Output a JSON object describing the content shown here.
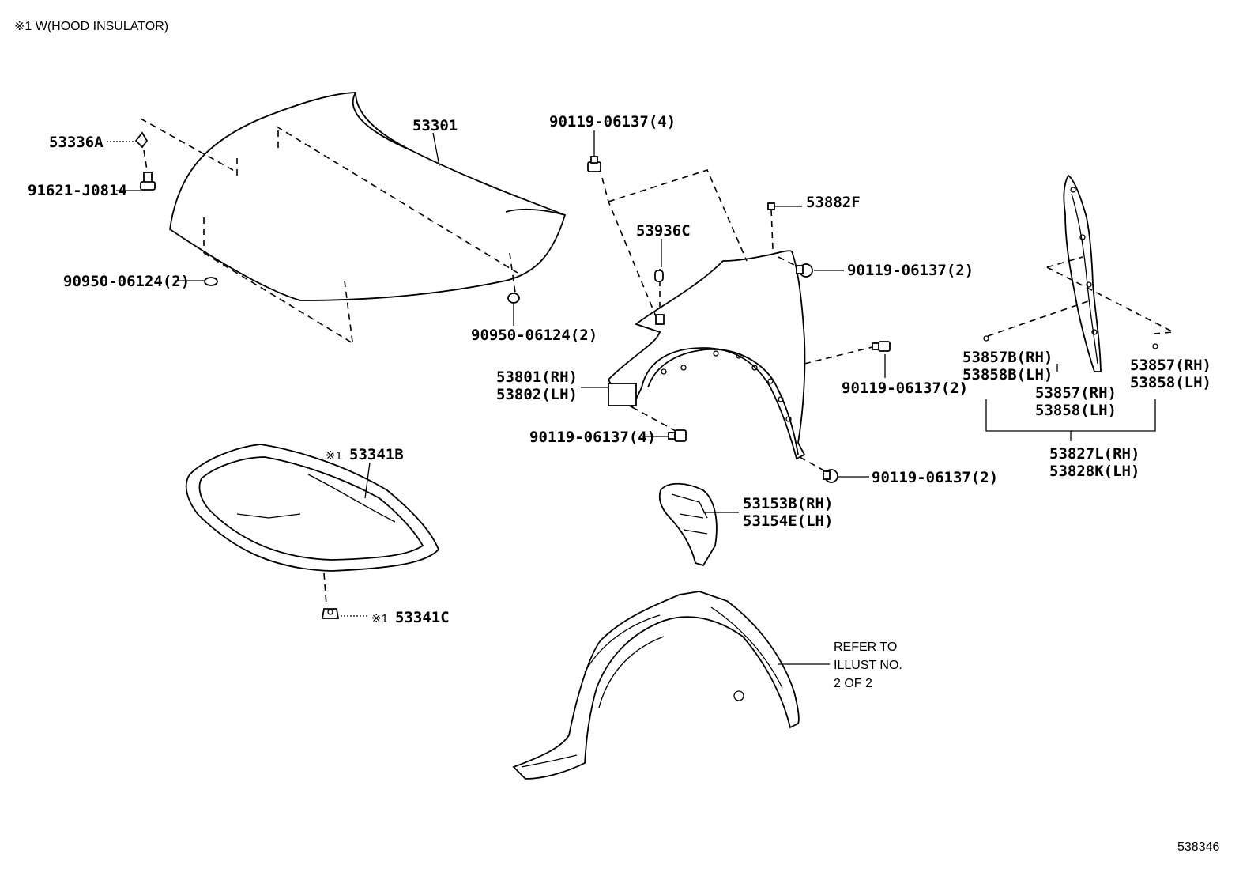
{
  "header_note": "※1 W(HOOD INSULATOR)",
  "diagram_id": "538346",
  "refer_note": {
    "line1": "REFER TO",
    "line2": "ILLUST NO.",
    "line3": "2 OF 2"
  },
  "labels": {
    "hood": "53301",
    "hood_hinge_clip": "53336A",
    "hood_stud_bolt": "91621-J0814",
    "hood_cushion_left": "90950-06124(2)",
    "hood_cushion_right": "90950-06124(2)",
    "fender_top_bolt": "90119-06137(4)",
    "fender_seal": "53936C",
    "fender_nut": "53882F",
    "fender_rear_bolt": "90119-06137(2)",
    "fender_rh": "53801(RH)",
    "fender_lh": "53802(LH)",
    "fender_mid_bolt": "90119-06137(2)",
    "fender_front_bolt": "90119-06137(4)",
    "fender_lower_bolt": "90119-06137(2)",
    "insulator_mark": "※1",
    "insulator": "53341B",
    "insulator_clip_mark": "※1",
    "insulator_clip": "53341C",
    "splash_shield_rh": "53153B(RH)",
    "splash_shield_lh": "53154E(LH)",
    "apron_seal_b_rh": "53857B(RH)",
    "apron_seal_b_lh": "53858B(LH)",
    "apron_seal_mid_rh": "53857(RH)",
    "apron_seal_mid_lh": "53858(LH)",
    "apron_seal_right_rh": "53857(RH)",
    "apron_seal_right_lh": "53858(LH)",
    "apron_seal_assy_rh": "53827L(RH)",
    "apron_seal_assy_lh": "53828K(LH)"
  }
}
